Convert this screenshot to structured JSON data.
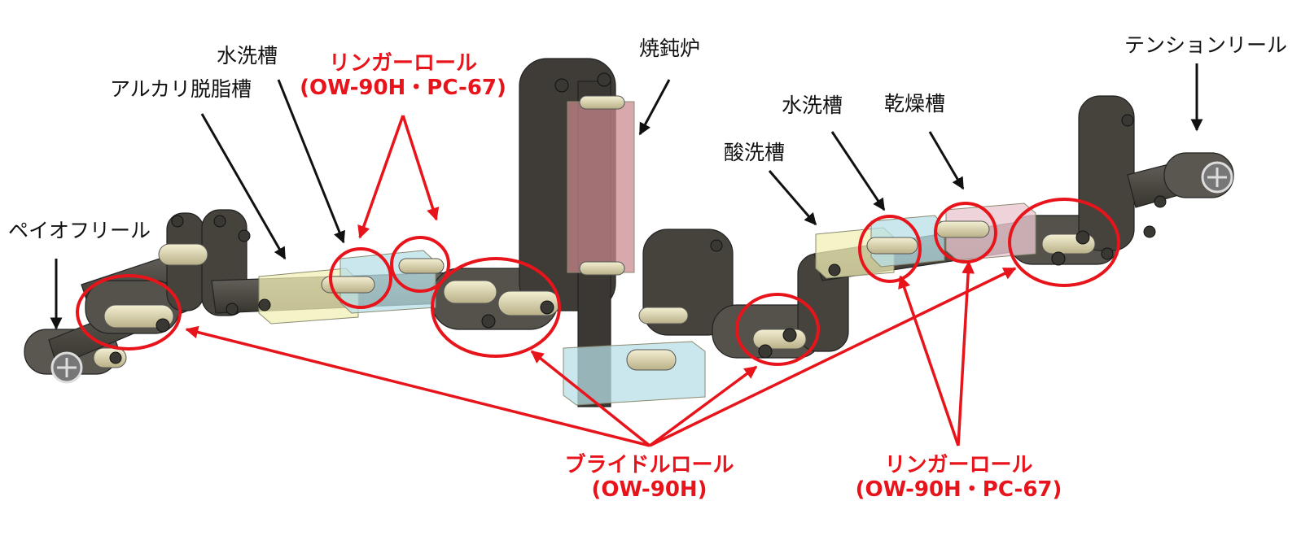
{
  "labels": {
    "payoff_reel": "ペイオフリール",
    "alkali_tank": "アルカリ脱脂槽",
    "rinse_tank_1": "水洗槽",
    "annealing_furnace": "焼鈍炉",
    "pickling_tank": "酸洗槽",
    "rinse_tank_2": "水洗槽",
    "drying_tank": "乾燥槽",
    "tension_reel": "テンションリール"
  },
  "callouts": {
    "wringer_top": {
      "line1": "リンガーロール",
      "line2": "(OW-90H・PC-67)"
    },
    "bridle": {
      "line1": "ブライドルロール",
      "line2": "(OW-90H)"
    },
    "wringer_bottom": {
      "line1": "リンガーロール",
      "line2": "(OW-90H・PC-67)"
    }
  },
  "colors": {
    "accent_red": "#e8141b",
    "roll_body": "#e6e0b8",
    "strip": "#4a4843",
    "yellow_tank": "#f2efb6",
    "blue_tank": "#b7dfe6",
    "furnace": "#c9888c",
    "pink_tank": "#e9c7cf"
  }
}
